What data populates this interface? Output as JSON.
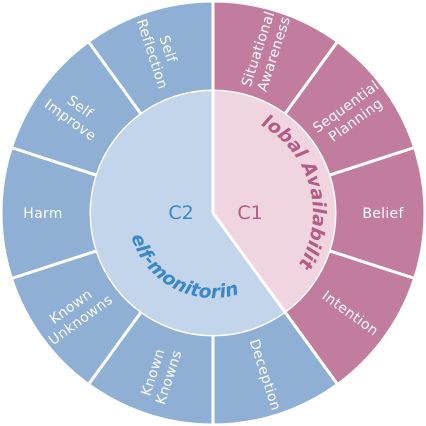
{
  "colors": {
    "c1_outer": "#C27D9E",
    "c1_inner": "#F0D4E0",
    "c2_outer": "#8FB0D4",
    "c2_inner": "#C3D5EA",
    "c1_text": "#B35C84",
    "c2_text": "#3C87C6",
    "divider": "#ffffff"
  },
  "inner": {
    "c1": {
      "code": "C1",
      "title": "Global Availability",
      "share": 0.4
    },
    "c2": {
      "code": "C2",
      "title": "Self-monitoring",
      "share": 0.6
    }
  },
  "segments": [
    {
      "lines": [
        "Situational",
        "Awareness"
      ],
      "group": "c1"
    },
    {
      "lines": [
        "Sequential",
        "Planning"
      ],
      "group": "c1"
    },
    {
      "lines": [
        "Belief"
      ],
      "group": "c1"
    },
    {
      "lines": [
        "Intention"
      ],
      "group": "c1"
    },
    {
      "lines": [
        "Deception"
      ],
      "group": "c2"
    },
    {
      "lines": [
        "Known",
        "Knowns"
      ],
      "group": "c2"
    },
    {
      "lines": [
        "Known",
        "Unknowns"
      ],
      "group": "c2"
    },
    {
      "lines": [
        "Harm"
      ],
      "group": "c2"
    },
    {
      "lines": [
        "Self",
        "Improve"
      ],
      "group": "c2"
    },
    {
      "lines": [
        "Self",
        "Reflection"
      ],
      "group": "c2"
    }
  ]
}
